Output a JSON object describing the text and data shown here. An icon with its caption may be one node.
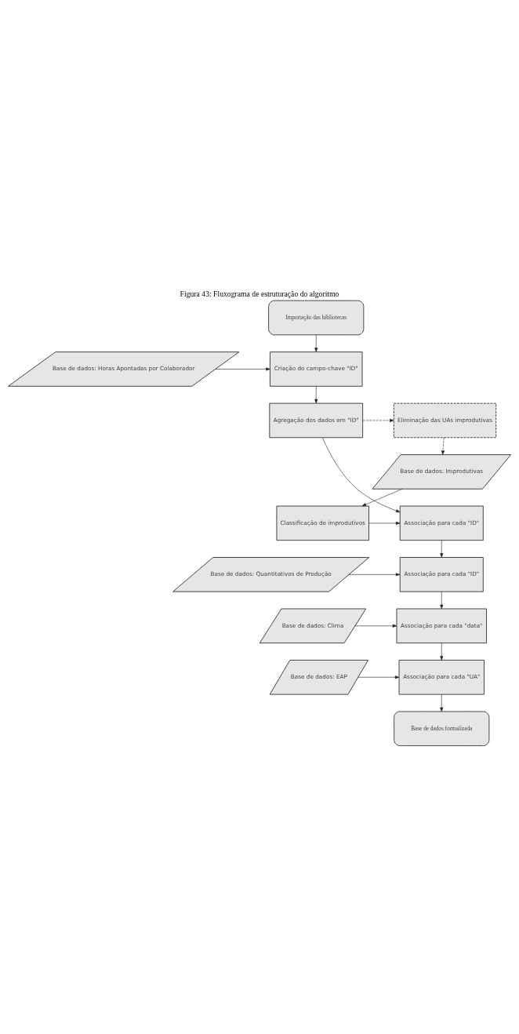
{
  "diagram": {
    "title": "Figura 43: Fluxograma de estruturação do algoritmo",
    "nodes": [
      {
        "text": [
          "Importação das bibliotecas"
        ]
      },
      {
        "text": [
          "Base de dados: Horas Apontadas por Colaborador"
        ]
      },
      {
        "text": [
          "Criação do campo-chave \"ID\""
        ]
      },
      {
        "text": [
          "Eliminação das UAs improdutivas"
        ]
      },
      {
        "text": [
          "Agregação dos dados em \"ID\""
        ]
      },
      {
        "text": [
          "Base de dados: Improdutivas"
        ]
      },
      {
        "text": [
          "Classificação de improdutivos"
        ]
      },
      {
        "text": [
          "Associação para cada \"ID\""
        ]
      },
      {
        "text": [
          "Base de dados: Quantitativos de Produção"
        ]
      },
      {
        "text": [
          "Associação para cada \"ID\""
        ]
      },
      {
        "text": [
          "Base de dados: Clima"
        ]
      },
      {
        "text": [
          "Associação para cada \"data\""
        ]
      },
      {
        "text": [
          "Base de dados: EAP"
        ]
      },
      {
        "text": [
          "Associação para cada \"UA\""
        ]
      },
      {
        "text": [
          "Base de dados formalizada"
        ]
      }
    ],
    "edges": [
      {
        "from": 0,
        "to": 2,
        "arrow": "to"
      },
      {
        "from": 1,
        "to": 2,
        "arrow": "to"
      },
      {
        "from": 2,
        "to": 4,
        "arrow": "to"
      },
      {
        "from": 4,
        "to": 3,
        "arrow": "to",
        "style": "dashed"
      },
      {
        "from": 3,
        "to": 5,
        "arrow": "to",
        "style": "dashed"
      },
      {
        "from": 5,
        "to": 6,
        "arrow": "to"
      },
      {
        "from": 4,
        "to": 7,
        "arrow": "to"
      },
      {
        "from": 6,
        "to": 7,
        "arrow": "to"
      },
      {
        "from": 7,
        "to": 9,
        "arrow": "to"
      },
      {
        "from": 8,
        "to": 9,
        "arrow": "to"
      },
      {
        "from": 9,
        "to": 11,
        "arrow": "to"
      },
      {
        "from": 10,
        "to": 11,
        "arrow": "to"
      },
      {
        "from": 11,
        "to": 13,
        "arrow": "to"
      },
      {
        "from": 12,
        "to": 13,
        "arrow": "to"
      },
      {
        "from": 13,
        "to": 14,
        "arrow": "to"
      }
    ]
  }
}
